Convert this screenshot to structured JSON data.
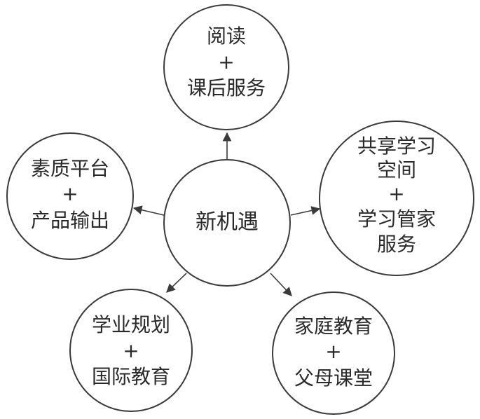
{
  "center": {
    "label": "新机遇"
  },
  "nodes": [
    {
      "id": "top",
      "lines": [
        "阅读",
        "+",
        "课后服务"
      ]
    },
    {
      "id": "left",
      "lines": [
        "素质平台",
        "+",
        "产品输出"
      ]
    },
    {
      "id": "right",
      "lines": [
        "共享学习",
        "空间",
        "+",
        "学习管家",
        "服务"
      ]
    },
    {
      "id": "bottom-left",
      "lines": [
        "学业规划",
        "+",
        "国际教育"
      ]
    },
    {
      "id": "bottom-right",
      "lines": [
        "家庭教育",
        "+",
        "父母课堂"
      ]
    }
  ]
}
